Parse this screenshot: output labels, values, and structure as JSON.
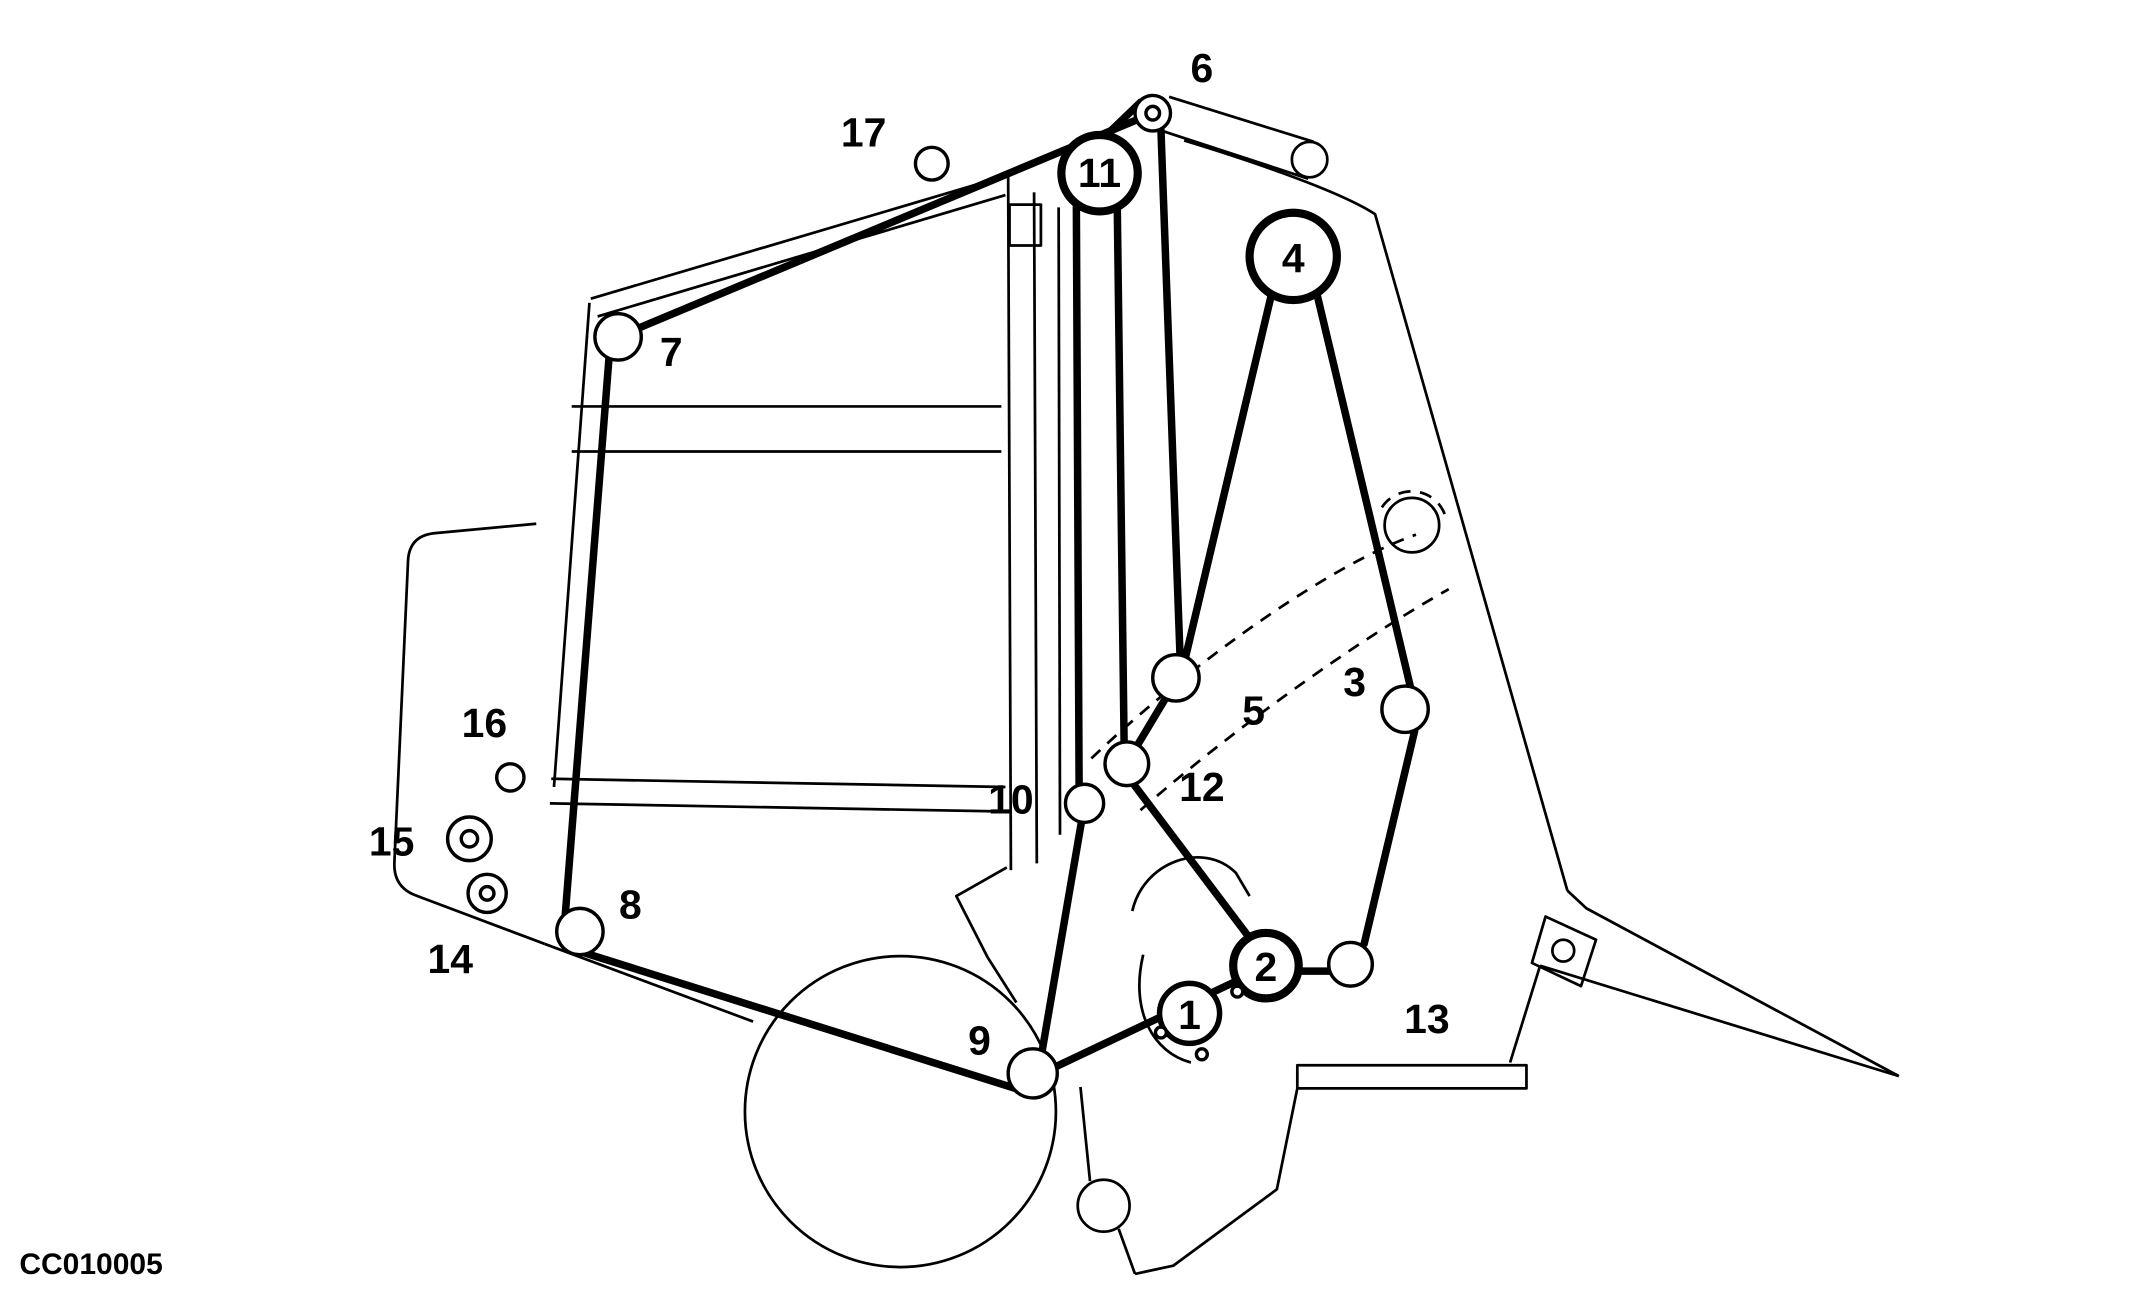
{
  "figure": {
    "code": "CC010005"
  },
  "callouts": [
    {
      "num": "1"
    },
    {
      "num": "2"
    },
    {
      "num": "3"
    },
    {
      "num": "4"
    },
    {
      "num": "5"
    },
    {
      "num": "6"
    },
    {
      "num": "7"
    },
    {
      "num": "8"
    },
    {
      "num": "9"
    },
    {
      "num": "10"
    },
    {
      "num": "11"
    },
    {
      "num": "12"
    },
    {
      "num": "13"
    },
    {
      "num": "14"
    },
    {
      "num": "15"
    },
    {
      "num": "16"
    },
    {
      "num": "17"
    }
  ]
}
